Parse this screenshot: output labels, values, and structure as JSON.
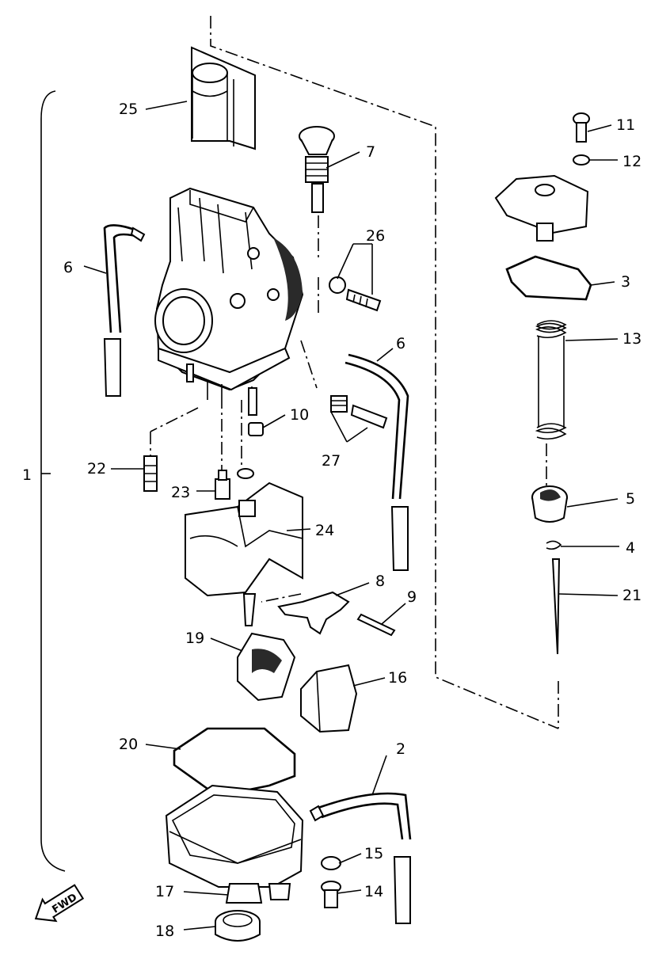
{
  "callouts": {
    "c1": "1",
    "c2": "2",
    "c3": "3",
    "c4": "4",
    "c5": "5",
    "c6a": "6",
    "c6b": "6",
    "c7": "7",
    "c8": "8",
    "c9": "9",
    "c10": "10",
    "c11": "11",
    "c12": "12",
    "c13": "13",
    "c14": "14",
    "c15": "15",
    "c16": "16",
    "c17": "17",
    "c18": "18",
    "c19": "19",
    "c20": "20",
    "c21": "21",
    "c22": "22",
    "c23": "23",
    "c24": "24",
    "c25": "25",
    "c26": "26",
    "c27": "27"
  },
  "direction_badge": "FWD",
  "colors": {
    "ink": "#000000",
    "paper": "#ffffff"
  }
}
